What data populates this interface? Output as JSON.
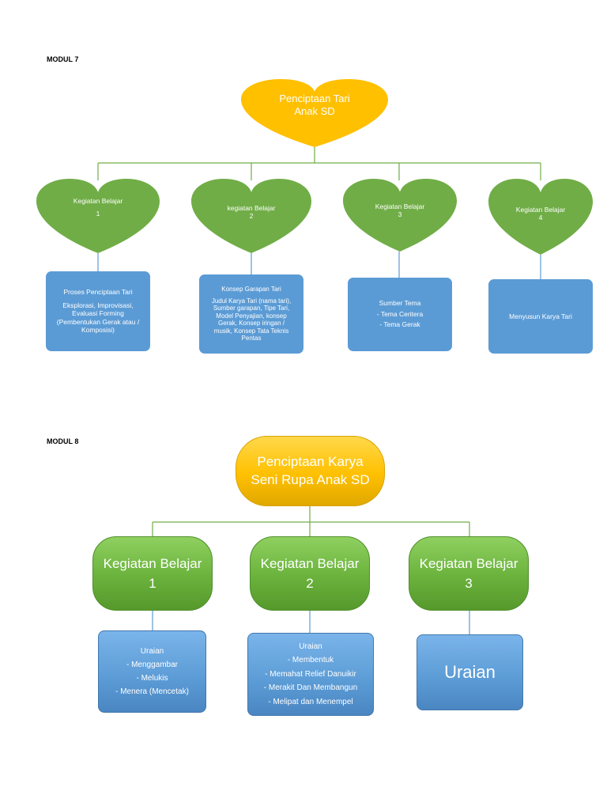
{
  "modul7": {
    "label": "MODUL 7",
    "root": {
      "line1": "Penciptaan Tari",
      "line2": "Anak SD",
      "color": "#ffc000"
    },
    "kb_color": "#70ad47",
    "box_color": "#5b9bd5",
    "kegiatan": [
      {
        "line1": "Kegiatan Belajar",
        "line2": "1"
      },
      {
        "line1": "kegiatan Belajar",
        "line2": "2"
      },
      {
        "line1": "Kegiatan Belajar",
        "line2": "3"
      },
      {
        "line1": "Kegiatan Belajar",
        "line2": "4"
      }
    ],
    "boxes": [
      {
        "head": "Proses Penciptaan Tari",
        "lines": [
          "Eksplorasi, Improvisasi,",
          "Evaluasi Forming",
          "(Pembentukan Gerak atau /",
          "Komposisi)"
        ]
      },
      {
        "head": "Konsep Garapan Tari",
        "lines": [
          "Judul Karya Tari (nama tari),",
          "Sumber garapan, Tipe Tari,",
          "Model Penyajian, konsep",
          "Gerak, Konsep iringan /",
          "musik, Konsep Tata Teknis",
          "Pentas"
        ]
      },
      {
        "head": "Sumber Tema",
        "lines": [
          "- Tema Ceritera",
          "- Tema Gerak"
        ]
      },
      {
        "head": "Menyusun Karya Tari",
        "lines": []
      }
    ]
  },
  "modul8": {
    "label": "MODUL 8",
    "root": {
      "line1": "Penciptaan Karya",
      "line2": "Seni Rupa Anak SD"
    },
    "kegiatan": [
      {
        "line1": "Kegiatan Belajar",
        "line2": "1"
      },
      {
        "line1": "Kegiatan Belajar",
        "line2": "2"
      },
      {
        "line1": "Kegiatan Belajar",
        "line2": "3"
      }
    ],
    "boxes": [
      {
        "head": "Uraian",
        "lines": [
          "- Menggambar",
          "- Melukis",
          "- Menera (Mencetak)"
        ]
      },
      {
        "head": "Uraian",
        "lines": [
          "- Membentuk",
          "- Memahat Relief Danuikir",
          "- Merakit Dan Membangun",
          "- Melipat dan Menempel"
        ]
      },
      {
        "head": "Uraian",
        "lines": []
      }
    ]
  }
}
